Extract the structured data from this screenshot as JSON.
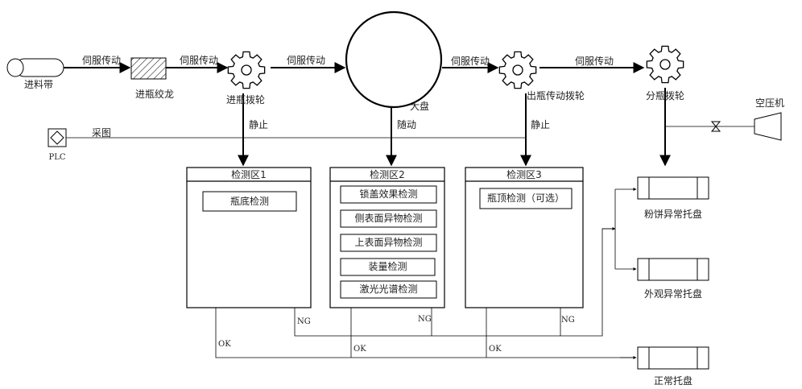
{
  "conveyor": {
    "infeed": "进料带"
  },
  "transfers": {
    "servo_1": "伺服传动",
    "servo_2": "伺服传动",
    "servo_3": "伺服传动",
    "servo_4": "伺服传动",
    "servo_5": "伺服传动"
  },
  "units": {
    "infeed_screw": "进瓶绞龙",
    "infeed_starwheel": "进瓶拨轮",
    "turntable": "大盘",
    "outfeed_starwheel": "出瓶传动拨轮",
    "split_starwheel": "分瓶拨轮",
    "compressor": "空压机",
    "plc": "PLC",
    "capture": "采图"
  },
  "flows": {
    "static_1": "静止",
    "follow": "随动",
    "static_2": "静止"
  },
  "zones": [
    {
      "title": "检测区1",
      "modules": [
        "瓶底检测"
      ]
    },
    {
      "title": "检测区2",
      "modules": [
        "锁盖效果检测",
        "侧表面异物检测",
        "上表面异物检测",
        "装量检测",
        "激光光谱检测"
      ]
    },
    {
      "title": "检测区3",
      "modules": [
        "瓶顶检测（可选）"
      ]
    }
  ],
  "results": {
    "ng": "NG",
    "ok": "OK"
  },
  "trays": {
    "powder_reject": "粉饼异常托盘",
    "appearance_reject": "外观异常托盘",
    "normal": "正常托盘"
  }
}
